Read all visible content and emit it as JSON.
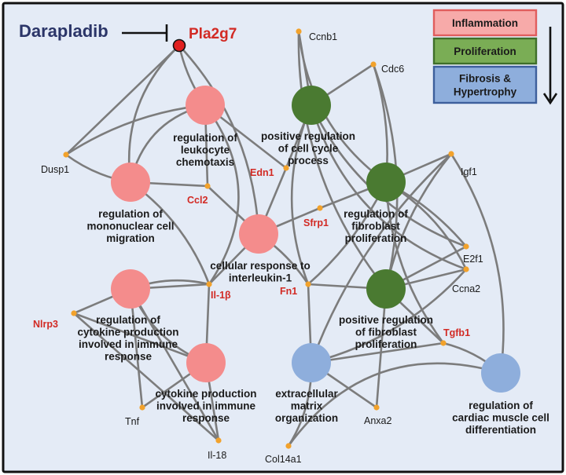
{
  "colors": {
    "background": "#e4ebf6",
    "frame": "#111111",
    "edge": "#7c7c7c",
    "inflammation": "#f48c8c",
    "proliferation": "#4a7a31",
    "fibrosis": "#8eaedc",
    "gene_dot": "#f2a22c",
    "drug_text": "#2b3568",
    "red_text": "#d22a24",
    "target_dot": "#e02020"
  },
  "drug": {
    "name": "Darapladib"
  },
  "target": {
    "name": "Pla2g7"
  },
  "legend": [
    {
      "label_lines": [
        "Inflammation"
      ],
      "color": "#f7aaa9",
      "border": "#e05d5d"
    },
    {
      "label_lines": [
        "Proliferation"
      ],
      "color": "#7aad55",
      "border": "#3f6f2a"
    },
    {
      "label_lines": [
        "Fibrosis &",
        "Hypertrophy"
      ],
      "color": "#8eaedc",
      "border": "#3d5f9c"
    }
  ],
  "processes": [
    {
      "id": "leuko",
      "category": "inflammation",
      "label_lines": [
        "regulation of",
        "leukocyte",
        "chemotaxis"
      ]
    },
    {
      "id": "mono",
      "category": "inflammation",
      "label_lines": [
        "regulation of",
        "mononuclear cell",
        "migration"
      ]
    },
    {
      "id": "il1resp",
      "category": "inflammation",
      "label_lines": [
        "cellular response to",
        "interleukin-1"
      ]
    },
    {
      "id": "cytoreg",
      "category": "inflammation",
      "label_lines": [
        "regulation of",
        "cytokine production",
        "involved in immune",
        "response"
      ]
    },
    {
      "id": "cytoprod",
      "category": "inflammation",
      "label_lines": [
        "cytokine production",
        "involved in immune",
        "response"
      ]
    },
    {
      "id": "cellcycle",
      "category": "proliferation",
      "label_lines": [
        "positive regulation",
        "of cell cycle",
        "process"
      ]
    },
    {
      "id": "fibroprolif",
      "category": "proliferation",
      "label_lines": [
        "regulation of",
        "fibroblast",
        "proliferation"
      ]
    },
    {
      "id": "posfibro",
      "category": "proliferation",
      "label_lines": [
        "positive regulation",
        "of fibroblast",
        "proliferation"
      ]
    },
    {
      "id": "ecm",
      "category": "fibrosis",
      "label_lines": [
        "extracellular",
        "matrix",
        "organization"
      ]
    },
    {
      "id": "cardiac",
      "category": "fibrosis",
      "label_lines": [
        "regulation of",
        "cardiac muscle cell",
        "differentiation"
      ]
    }
  ],
  "genes": [
    {
      "id": "Ccnb1",
      "label": "Ccnb1",
      "highlight": false
    },
    {
      "id": "Cdc6",
      "label": "Cdc6",
      "highlight": false
    },
    {
      "id": "Dusp1",
      "label": "Dusp1",
      "highlight": false
    },
    {
      "id": "Edn1",
      "label": "Edn1",
      "highlight": true
    },
    {
      "id": "Igf1",
      "label": "Igf1",
      "highlight": false
    },
    {
      "id": "Ccl2",
      "label": "Ccl2",
      "highlight": true
    },
    {
      "id": "Sfrp1",
      "label": "Sfrp1",
      "highlight": true
    },
    {
      "id": "E2f1",
      "label": "E2f1",
      "highlight": false
    },
    {
      "id": "Ccna2",
      "label": "Ccna2",
      "highlight": false
    },
    {
      "id": "Il1b",
      "label": "Il-1β",
      "highlight": true
    },
    {
      "id": "Fn1",
      "label": "Fn1",
      "highlight": true
    },
    {
      "id": "Nlrp3",
      "label": "Nlrp3",
      "highlight": true
    },
    {
      "id": "Tgfb1",
      "label": "Tgfb1",
      "highlight": true
    },
    {
      "id": "Tnf",
      "label": "Tnf",
      "highlight": false
    },
    {
      "id": "Anxa2",
      "label": "Anxa2",
      "highlight": false
    },
    {
      "id": "Il18",
      "label": "Il-18",
      "highlight": false
    },
    {
      "id": "Col14a1",
      "label": "Col14a1",
      "highlight": false
    }
  ],
  "edges": [
    [
      "Pla2g7",
      "leuko"
    ],
    [
      "Pla2g7",
      "mono"
    ],
    [
      "Pla2g7",
      "il1resp"
    ],
    [
      "Pla2g7",
      "Dusp1"
    ],
    [
      "Dusp1",
      "leuko"
    ],
    [
      "Dusp1",
      "mono"
    ],
    [
      "leuko",
      "Ccl2"
    ],
    [
      "mono",
      "Ccl2"
    ],
    [
      "il1resp",
      "Ccl2"
    ],
    [
      "leuko",
      "mono"
    ],
    [
      "leuko",
      "Edn1"
    ],
    [
      "cellcycle",
      "Edn1"
    ],
    [
      "il1resp",
      "Edn1"
    ],
    [
      "cellcycle",
      "Ccnb1"
    ],
    [
      "cellcycle",
      "Cdc6"
    ],
    [
      "Ccnb1",
      "posfibro"
    ],
    [
      "Ccnb1",
      "fibroprolif"
    ],
    [
      "Cdc6",
      "posfibro"
    ],
    [
      "Cdc6",
      "fibroprolif"
    ],
    [
      "fibroprolif",
      "Igf1"
    ],
    [
      "posfibro",
      "Igf1"
    ],
    [
      "Igf1",
      "cardiac"
    ],
    [
      "Igf1",
      "ecm"
    ],
    [
      "il1resp",
      "Sfrp1"
    ],
    [
      "fibroprolif",
      "Sfrp1"
    ],
    [
      "fibroprolif",
      "E2f1"
    ],
    [
      "posfibro",
      "E2f1"
    ],
    [
      "cellcycle",
      "E2f1"
    ],
    [
      "fibroprolif",
      "Ccna2"
    ],
    [
      "posfibro",
      "Ccna2"
    ],
    [
      "cellcycle",
      "Ccna2"
    ],
    [
      "ecm",
      "Ccna2"
    ],
    [
      "il1resp",
      "Il1b"
    ],
    [
      "mono",
      "Il1b"
    ],
    [
      "cytoreg",
      "Il1b"
    ],
    [
      "cytoprod",
      "Il1b"
    ],
    [
      "leuko",
      "Il1b"
    ],
    [
      "il1resp",
      "Fn1"
    ],
    [
      "fibroprolif",
      "Fn1"
    ],
    [
      "posfibro",
      "Fn1"
    ],
    [
      "ecm",
      "Fn1"
    ],
    [
      "cellcycle",
      "Fn1"
    ],
    [
      "cytoreg",
      "Nlrp3"
    ],
    [
      "cytoprod",
      "Nlrp3"
    ],
    [
      "posfibro",
      "Tgfb1"
    ],
    [
      "ecm",
      "Tgfb1"
    ],
    [
      "cardiac",
      "Tgfb1"
    ],
    [
      "fibroprolif",
      "Tgfb1"
    ],
    [
      "cytoreg",
      "Tnf"
    ],
    [
      "cytoprod",
      "Tnf"
    ],
    [
      "ecm",
      "Anxa2"
    ],
    [
      "posfibro",
      "Anxa2"
    ],
    [
      "cytoreg",
      "Il18"
    ],
    [
      "cytoprod",
      "Il18"
    ],
    [
      "Nlrp3",
      "Il18"
    ],
    [
      "ecm",
      "Col14a1"
    ],
    [
      "cardiac",
      "Col14a1"
    ],
    [
      "cytoreg",
      "cytoprod"
    ],
    [
      "Il1b",
      "cytoreg"
    ]
  ]
}
